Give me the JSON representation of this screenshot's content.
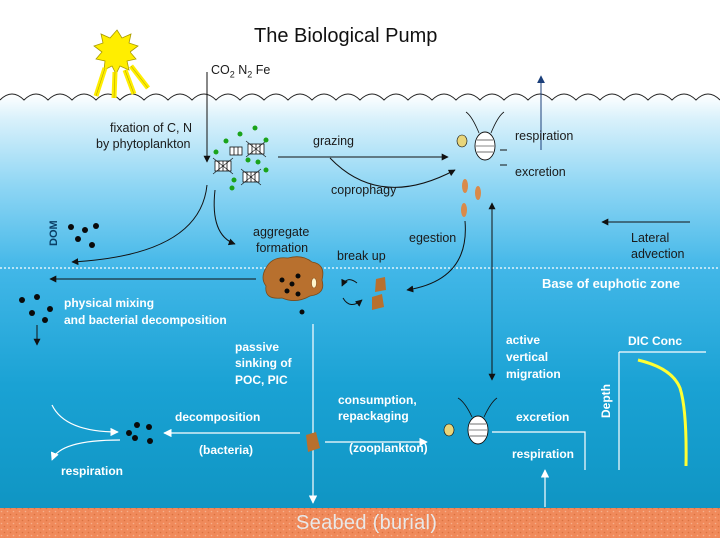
{
  "title": "The Biological Pump",
  "labels": {
    "gases_co2": "CO",
    "gases_co2_sub": "2",
    "gases_n2": " N",
    "gases_n2_sub": "2",
    "gases_fe": " Fe",
    "fixation_line1": "fixation of C, N",
    "fixation_line2": "by phytoplankton",
    "grazing": "grazing",
    "respiration_top": "respiration",
    "excretion_top": "excretion",
    "coprophagy": "coprophagy",
    "dom": "DOM",
    "aggregate_line1": "aggregate",
    "aggregate_line2": "formation",
    "egestion": "egestion",
    "break_up": "break up",
    "lateral_line1": "Lateral",
    "lateral_line2": "advection",
    "base_euphotic": "Base of euphotic zone",
    "physical_line1": "physical mixing",
    "physical_line2": "and bacterial decomposition",
    "passive_line1": "passive",
    "passive_line2": "sinking of",
    "passive_line3": "POC, PIC",
    "active_line1": "active",
    "active_line2": "vertical",
    "active_line3": "migration",
    "dic_conc": "DIC Conc",
    "depth": "Depth",
    "decomposition": "decomposition",
    "bacteria": "(bacteria)",
    "consumption_line1": "consumption,",
    "consumption_line2": "repackaging",
    "zooplankton": "(zooplankton)",
    "excretion_bottom": "excretion",
    "respiration_bottom": "respiration",
    "respiration_left": "respiration",
    "seabed": "Seabed (burial)"
  },
  "colors": {
    "sky": "#ffffff",
    "surface_water": "#3fb5ea",
    "deep_water": "#1198c6",
    "seabed": "#f08a5b",
    "sun": "#ffee00",
    "dic_curve": "#ffff33",
    "particles": "#0a0a0a",
    "aggregate": "#b8702e",
    "phytoplankton_dots": "#1aa31a"
  }
}
